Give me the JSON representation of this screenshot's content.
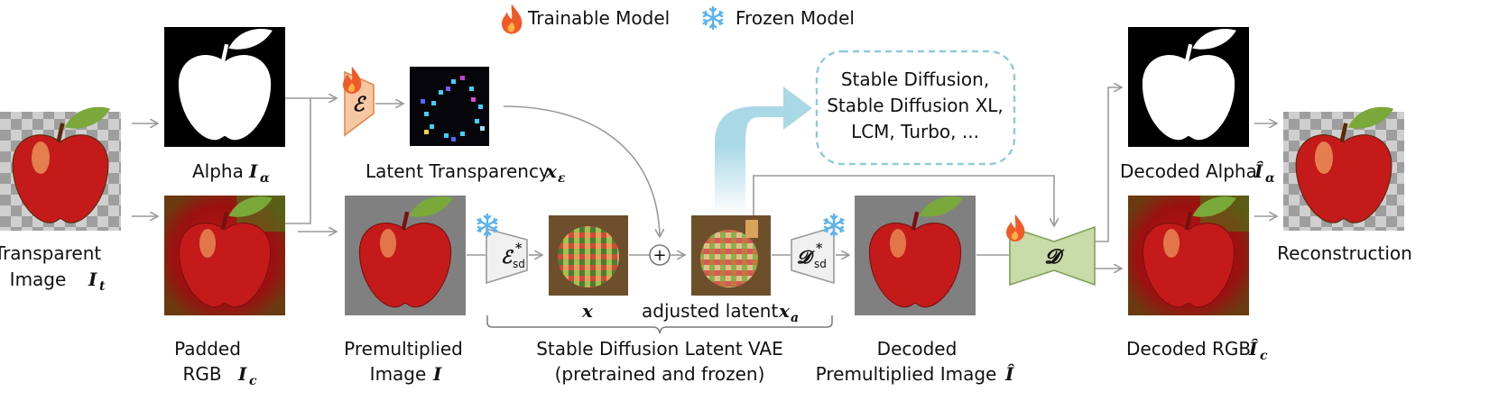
{
  "legend": {
    "trainable": "Trainable Model",
    "frozen": "Frozen Model"
  },
  "labels": {
    "transparent_1": "Transparent",
    "transparent_2": "Image",
    "transparent_sym": "I",
    "transparent_sub": "t",
    "alpha": "Alpha",
    "alpha_sym": "I",
    "alpha_sub": "α",
    "padded_1": "Padded",
    "padded_2": "RGB",
    "padded_sym": "I",
    "padded_sub": "c",
    "latent_transparency": "Latent Transparency",
    "latent_transparency_sym": "x",
    "latent_transparency_sub": "ε",
    "premult_1": "Premultiplied",
    "premult_2": "Image",
    "premult_sym": "I",
    "x_sym": "x",
    "adjusted": "adjusted latent",
    "adjusted_sym": "x",
    "adjusted_sub": "a",
    "vae_1": "Stable Diffusion Latent VAE",
    "vae_2": "(pretrained and frozen)",
    "decoded_premult_1": "Decoded",
    "decoded_premult_2": "Premultiplied Image",
    "decoded_premult_sym": "Î",
    "decoded_alpha": "Decoded Alpha",
    "decoded_alpha_sym": "Î",
    "decoded_alpha_sub": "α",
    "decoded_rgb": "Decoded RGB",
    "decoded_rgb_sym": "Î",
    "decoded_rgb_sub": "c",
    "reconstruction": "Reconstruction"
  },
  "modules": {
    "encoder": "ℰ",
    "sd_encoder": "ℰ",
    "sd_encoder_sup": "*",
    "sd_encoder_sub": "sd",
    "sd_decoder": "𝓓",
    "sd_decoder_sup": "*",
    "sd_decoder_sub": "sd",
    "decoder": "𝓓",
    "plus": "+"
  },
  "models_box": {
    "line1": "Stable Diffusion,",
    "line2": "Stable Diffusion XL,",
    "line3": "LCM, Turbo, ..."
  },
  "colors": {
    "encoder_fill": "#f6c7a3",
    "encoder_stroke": "#e08a4a",
    "decoder_fill": "#c9dba8",
    "decoder_stroke": "#7fa05a",
    "frozen_fill": "#f0f0f0",
    "frozen_stroke": "#9a9a9a",
    "flame": "#f05a28",
    "snowflake": "#5ab4ec",
    "dashed_box": "#8fcbd9",
    "big_arrow": "#a9d8e6",
    "latent_bg": "#6e4f2c",
    "apple_red": "#c41a1a",
    "gray_bg": "#808080"
  }
}
